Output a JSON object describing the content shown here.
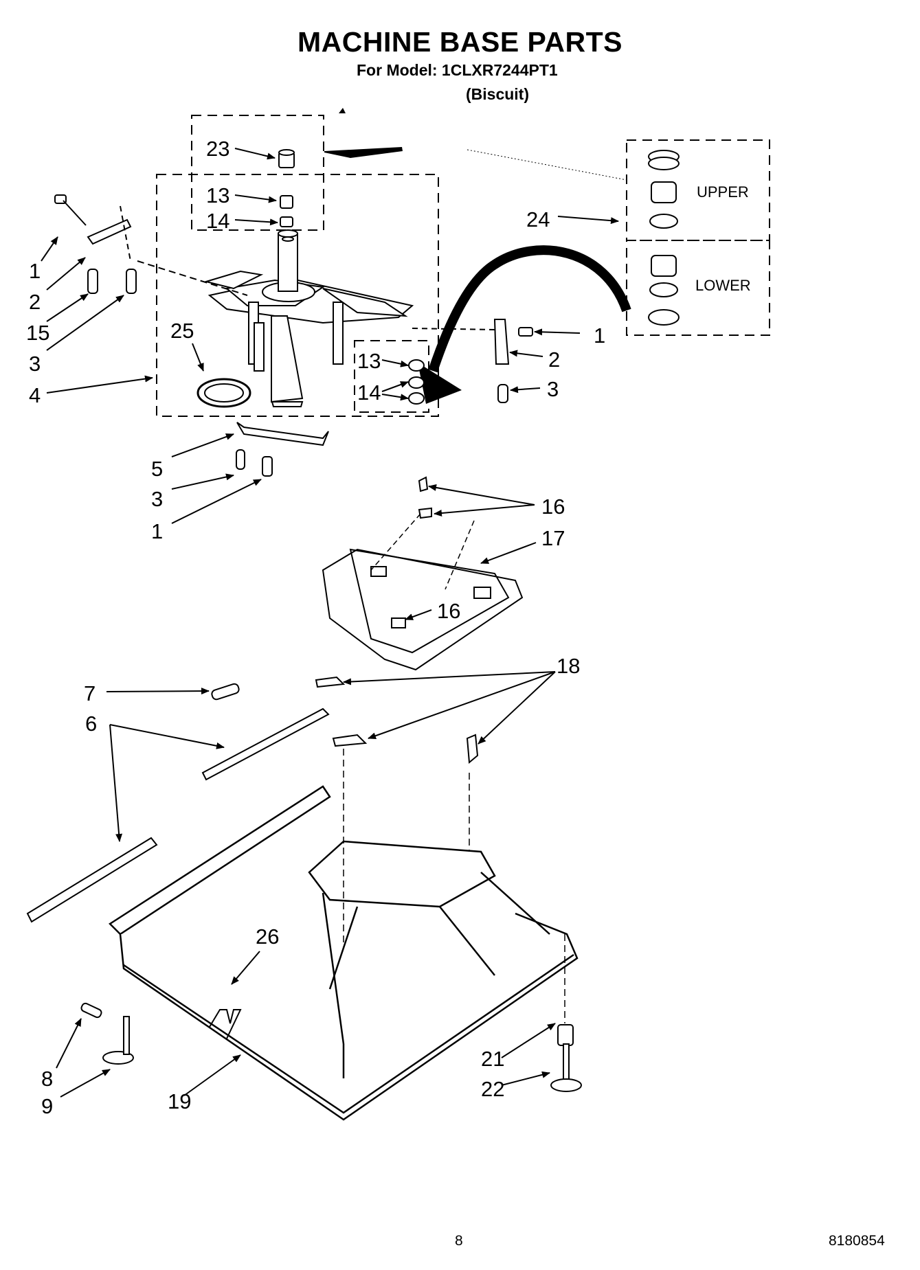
{
  "title": "MACHINE BASE PARTS",
  "model_line": "For Model: 1CLXR7244PT1",
  "color_line": "(Biscuit)",
  "page_number": "8",
  "doc_number": "8180854",
  "bearing_groups": {
    "upper": "UPPER",
    "lower": "LOWER"
  },
  "callouts": {
    "c23": "23",
    "c13a": "13",
    "c14a": "14",
    "c24": "24",
    "c1a": "1",
    "c2a": "2",
    "c15": "15",
    "c3a": "3",
    "c25": "25",
    "c4": "4",
    "c13b": "13",
    "c14b": "14",
    "c1b": "1",
    "c2b": "2",
    "c3b": "3",
    "c5": "5",
    "c3c": "3",
    "c1c": "1",
    "c16a": "16",
    "c17": "17",
    "c16b": "16",
    "c7": "7",
    "c6": "6",
    "c18": "18",
    "c26": "26",
    "c8": "8",
    "c9": "9",
    "c19": "19",
    "c21": "21",
    "c22": "22"
  }
}
